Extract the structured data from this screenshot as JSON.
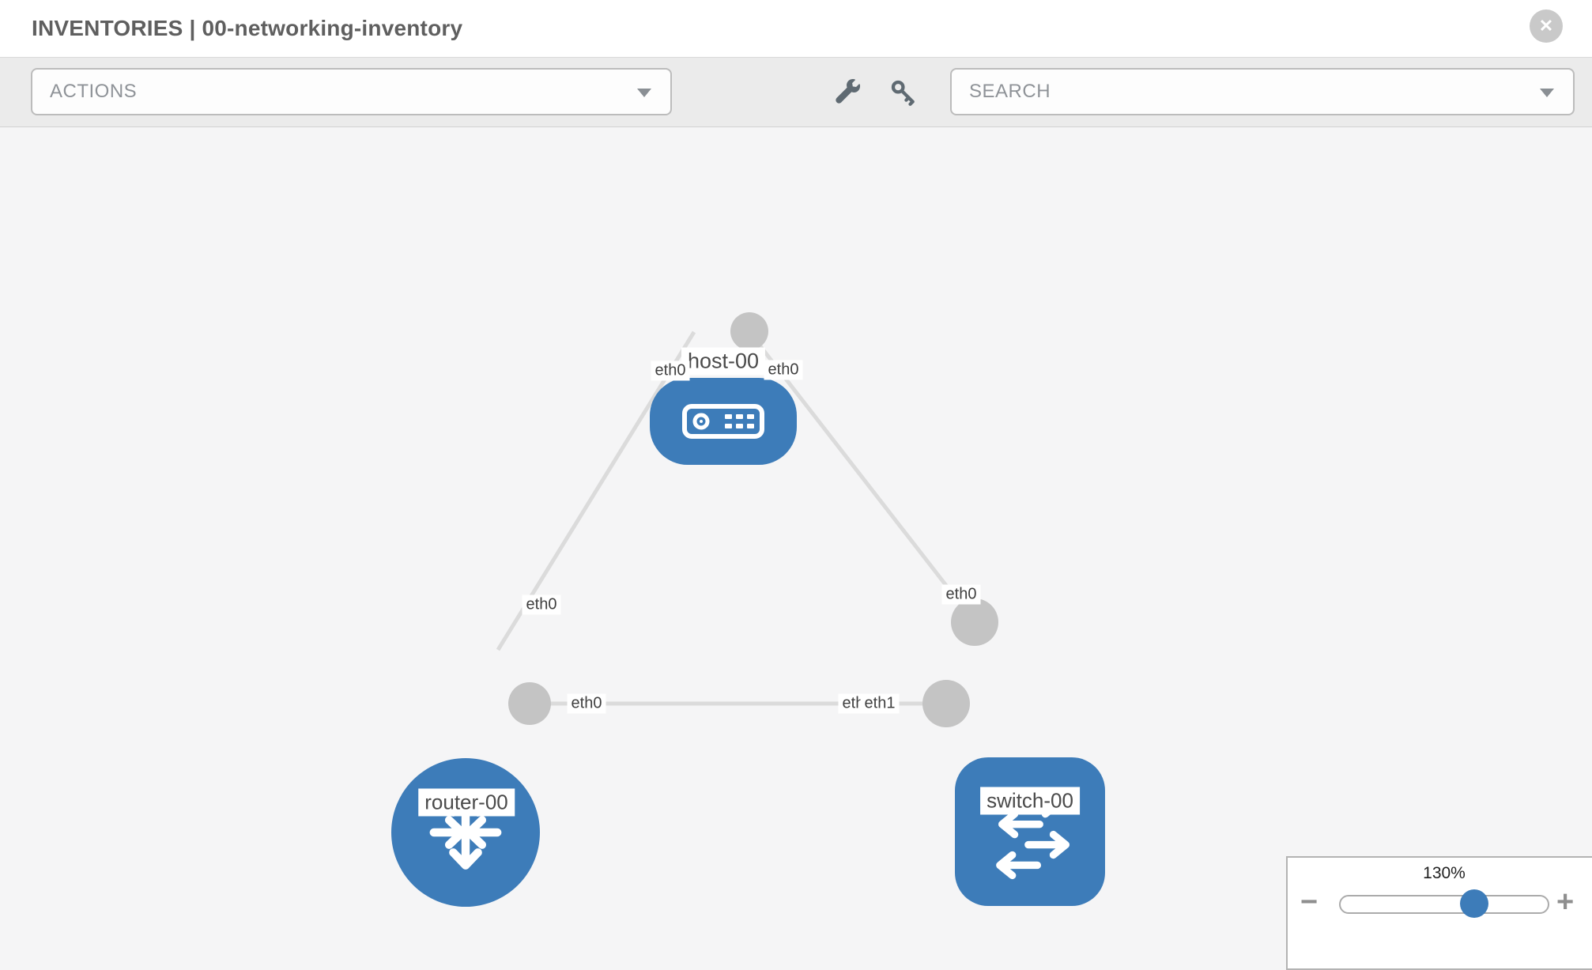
{
  "header": {
    "title": "INVENTORIES | 00-networking-inventory",
    "close_glyph": "✕"
  },
  "toolbar": {
    "actions_label": "ACTIONS",
    "search_label": "SEARCH",
    "icons": [
      "wrench-icon",
      "key-icon"
    ]
  },
  "diagram": {
    "nodes": [
      {
        "name": "host-00",
        "type": "host"
      },
      {
        "name": "router-00",
        "type": "router"
      },
      {
        "name": "switch-00",
        "type": "switch"
      }
    ],
    "links": [
      {
        "from": "host-00",
        "from_if": "eth0",
        "to": "router-00",
        "to_if": "eth0"
      },
      {
        "from": "host-00",
        "from_if": "eth0",
        "to": "switch-00",
        "to_if": "eth0"
      },
      {
        "from": "router-00",
        "from_if": "eth0",
        "to": "switch-00",
        "to_if": "eth1"
      }
    ],
    "interface_labels": {
      "host_left": "eth0",
      "host_right": "eth0",
      "near_router_top": "eth0",
      "near_switch_top": "eth0",
      "link3_at_router": "eth0",
      "link3_at_switch_back": "eth0",
      "link3_at_switch_front": "eth1"
    }
  },
  "zoom_control": {
    "level": "130%",
    "zoom_out_glyph": "−",
    "zoom_in_glyph": "+"
  },
  "colors": {
    "node_blue": "#3d7cb9",
    "edge_gray": "#dbdbdb",
    "endpoint_gray": "#c4c4c4",
    "toolbar_gray": "#ebebeb"
  }
}
